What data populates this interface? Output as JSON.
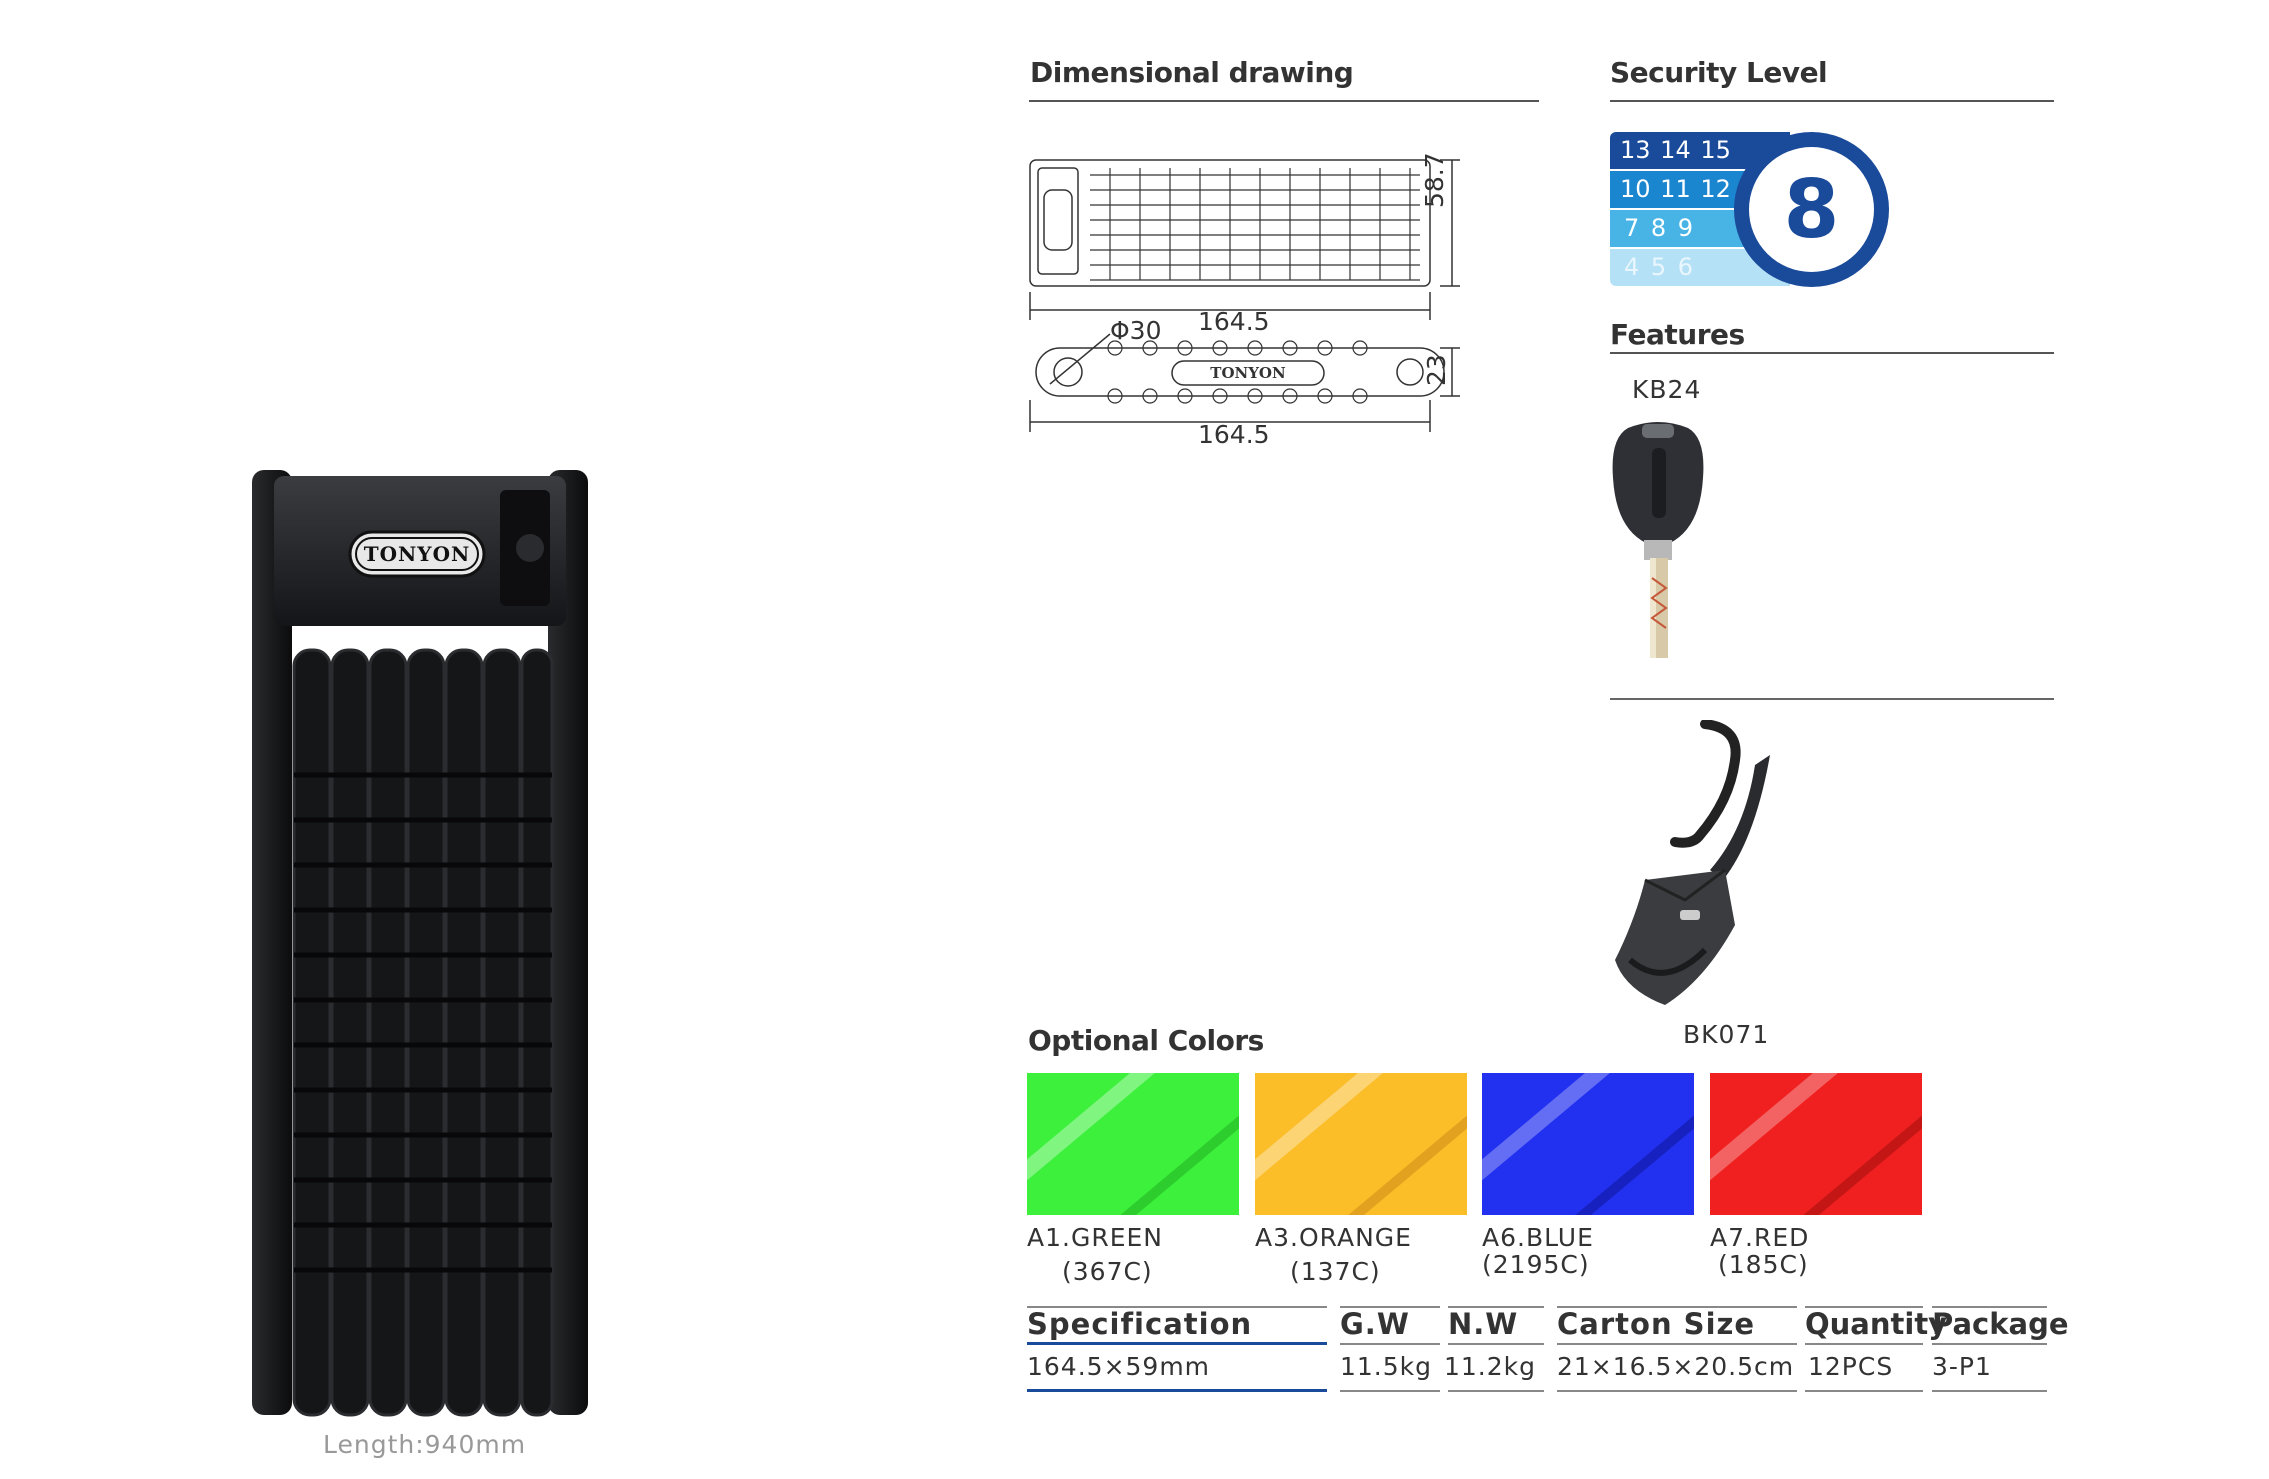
{
  "product": {
    "length_caption": "Length:940mm",
    "logo_text": "TONYON"
  },
  "dimensional": {
    "title": "Dimensional drawing",
    "width_top": "164.5",
    "height_top": "58.7",
    "hole_diameter": "Φ30",
    "width_bottom": "164.5",
    "thickness": "23",
    "logo_text": "TONYON"
  },
  "security": {
    "title": "Security Level",
    "rows": [
      "13 14 15",
      "10 11 12",
      "7  8  9",
      "4  5  6"
    ],
    "level": "8",
    "colors": [
      "#1a4a9a",
      "#1a86cf",
      "#48b4e6",
      "#b5e1f6"
    ]
  },
  "features": {
    "title": "Features",
    "key_label": "KB24",
    "bracket_label": "BK071"
  },
  "colors": {
    "title": "Optional Colors",
    "items": [
      {
        "code": "A1.GREEN",
        "pantone": "(367C)",
        "color": "#3cf03c"
      },
      {
        "code": "A3.ORANGE",
        "pantone": "(137C)",
        "color": "#fbbd28"
      },
      {
        "code": "A6.BLUE",
        "pantone": "(2195C)",
        "color": "#2230f0"
      },
      {
        "code": "A7.RED",
        "pantone": "(185C)",
        "color": "#f02020"
      }
    ]
  },
  "spec": {
    "headers": {
      "specification": "Specification",
      "gw": "G.W",
      "nw": "N.W",
      "carton": "Carton Size",
      "quantity": "Quantity",
      "package": "Package"
    },
    "values": {
      "specification": "164.5×59mm",
      "gw": "11.5kg",
      "nw": "11.2kg",
      "carton": "21×16.5×20.5cm",
      "quantity": "12PCS",
      "package": "3-P1"
    }
  }
}
